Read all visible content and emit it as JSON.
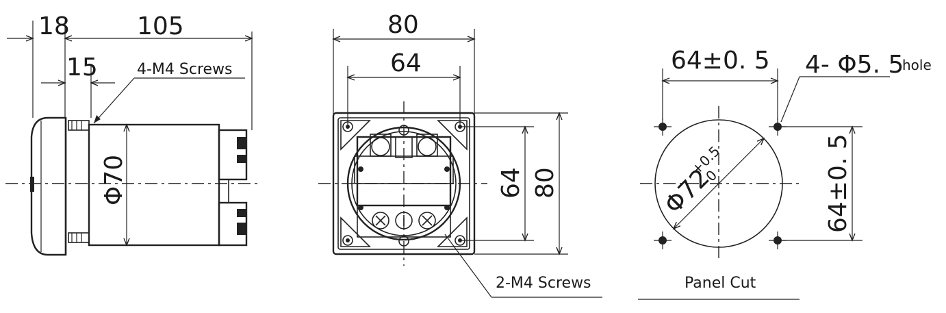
{
  "side_view": {
    "dim_depth_front": "18",
    "dim_depth_body": "105",
    "dim_flange": "15",
    "screws_label": "4-M4 Screws",
    "diameter_label": "Φ70"
  },
  "rear_view": {
    "dim_width_outer": "80",
    "dim_width_inner": "64",
    "dim_height_inner": "64",
    "dim_height_outer": "80",
    "screws_label": "2-M4 Screws"
  },
  "panel_cut": {
    "dim_hole_spacing_h": "64±0. 5",
    "holes_label": "4- Φ5. 5",
    "holes_suffix": "hole",
    "dim_hole_spacing_v": "64±0. 5",
    "cut_diameter": "Φ72",
    "cut_tol_upper": "+0.5",
    "cut_tol_lower": "0",
    "title": "Panel Cut"
  }
}
